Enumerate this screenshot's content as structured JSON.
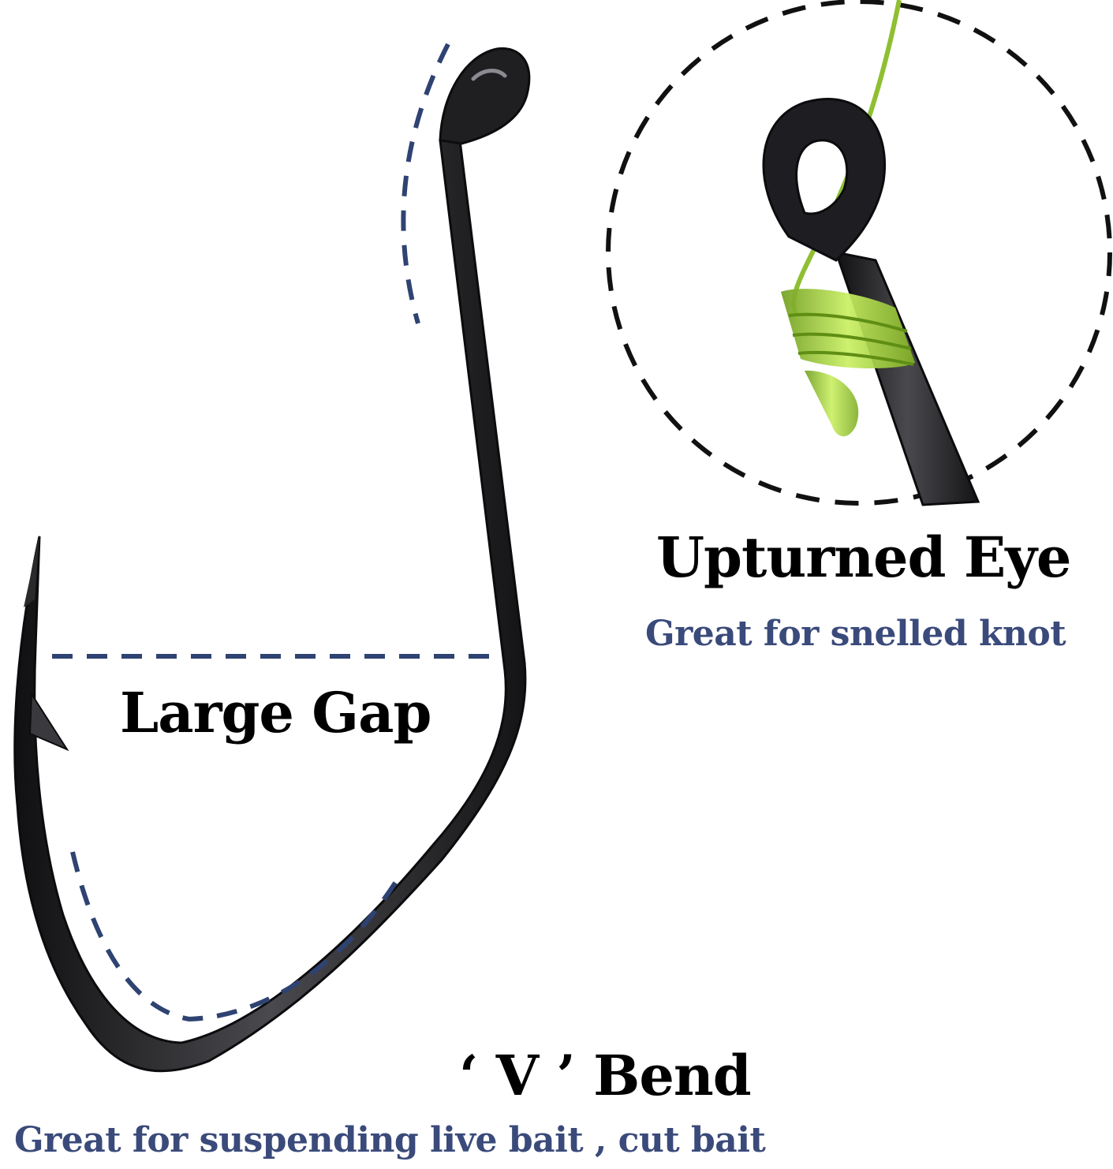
{
  "features": {
    "eye": {
      "title": "Upturned Eye",
      "subtitle": "Great for snelled knot"
    },
    "gap": {
      "title": "Large Gap"
    },
    "bend": {
      "title": "‘ V ’ Bend",
      "subtitle": "Great for suspending live bait , cut bait"
    }
  },
  "colors": {
    "heading": "#000000",
    "subtitle": "#3a4a7a",
    "guide": "#2f4372",
    "hook": "#2a2a2c",
    "line": "#9ed13a"
  }
}
